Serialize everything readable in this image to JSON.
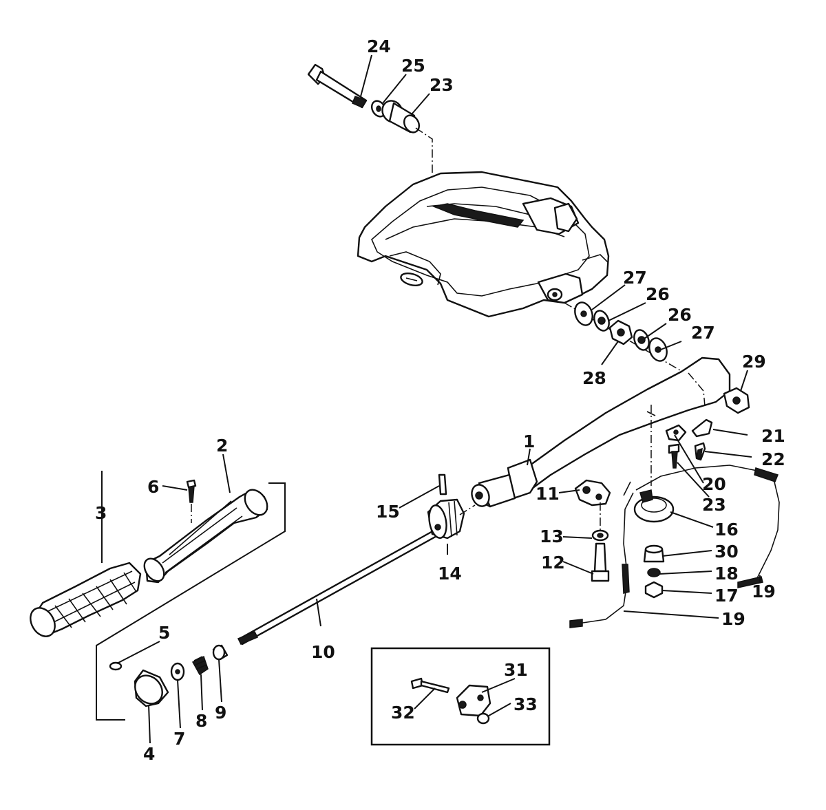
{
  "callouts": [
    {
      "id": "c1",
      "text": "1"
    },
    {
      "id": "c2",
      "text": "2"
    },
    {
      "id": "c3",
      "text": "3"
    },
    {
      "id": "c4",
      "text": "4"
    },
    {
      "id": "c5",
      "text": "5"
    },
    {
      "id": "c6",
      "text": "6"
    },
    {
      "id": "c7",
      "text": "7"
    },
    {
      "id": "c8",
      "text": "8"
    },
    {
      "id": "c9",
      "text": "9"
    },
    {
      "id": "c10",
      "text": "10"
    },
    {
      "id": "c11",
      "text": "11"
    },
    {
      "id": "c12",
      "text": "12"
    },
    {
      "id": "c13",
      "text": "13"
    },
    {
      "id": "c14",
      "text": "14"
    },
    {
      "id": "c15",
      "text": "15"
    },
    {
      "id": "c16",
      "text": "16"
    },
    {
      "id": "c17",
      "text": "17"
    },
    {
      "id": "c18",
      "text": "18"
    },
    {
      "id": "c19a",
      "text": "19"
    },
    {
      "id": "c19b",
      "text": "19"
    },
    {
      "id": "c20",
      "text": "20"
    },
    {
      "id": "c21",
      "text": "21"
    },
    {
      "id": "c22",
      "text": "22"
    },
    {
      "id": "c23a",
      "text": "23"
    },
    {
      "id": "c23b",
      "text": "23"
    },
    {
      "id": "c24",
      "text": "24"
    },
    {
      "id": "c25",
      "text": "25"
    },
    {
      "id": "c26a",
      "text": "26"
    },
    {
      "id": "c26b",
      "text": "26"
    },
    {
      "id": "c27a",
      "text": "27"
    },
    {
      "id": "c27b",
      "text": "27"
    },
    {
      "id": "c28",
      "text": "28"
    },
    {
      "id": "c29",
      "text": "29"
    },
    {
      "id": "c30",
      "text": "30"
    },
    {
      "id": "c31",
      "text": "31"
    },
    {
      "id": "c32",
      "text": "32"
    },
    {
      "id": "c33",
      "text": "33"
    }
  ]
}
